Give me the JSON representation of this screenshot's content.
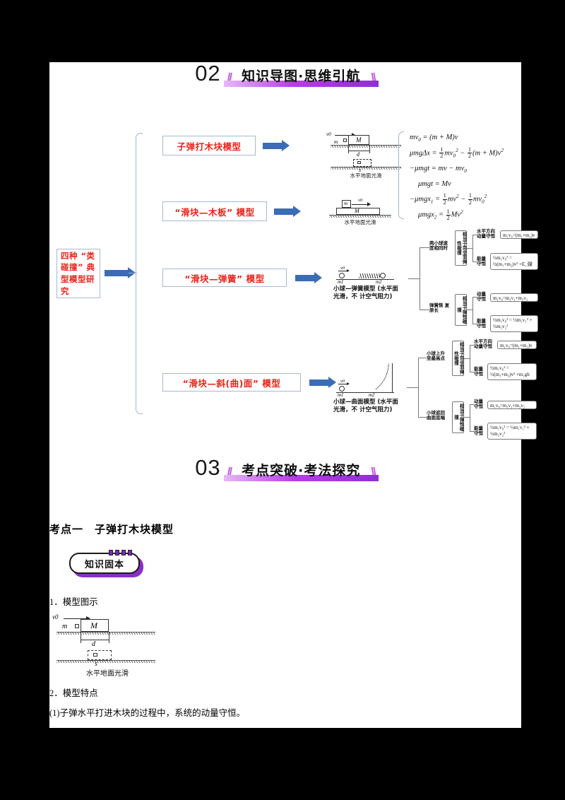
{
  "sections": [
    {
      "num": "02",
      "title": "知识导图·思维引航"
    },
    {
      "num": "03",
      "title": "考点突破·考法探究"
    }
  ],
  "slash_left": "//",
  "slash_right": "\\\\",
  "mindmap": {
    "root": "四种 “类碰撞” 典型模型研究",
    "branches": [
      {
        "label": "子弹打木块模型"
      },
      {
        "label": "“滑块—木板” 模型"
      },
      {
        "label": "“滑块—弹簧” 模型"
      },
      {
        "label": "“滑块—斜(曲)面” 模型"
      }
    ],
    "sketch1": {
      "v0": "v0",
      "m": "m",
      "M": "M",
      "d": "d",
      "s": "s",
      "caption": "水平地面光滑"
    },
    "sketch2": {
      "m": "m",
      "M": "M",
      "v0": "v0",
      "caption": "水平地面光滑"
    },
    "sketch3": {
      "v0": "v0",
      "m1": "m1",
      "m2": "m2",
      "caption": "小球—弹簧模型 (水平面光滑，不 计空气阻力)"
    },
    "sketch4": {
      "v0": "v0",
      "m1": "m1",
      "m2": "m2",
      "caption": "小球—曲面模型 (水平面光滑，不 计空气阻力)"
    },
    "equations_model1": [
      "mv₀ = (m + M)v",
      "μmgΔx = ½mv₀² − ½(m + M)v²",
      "−μmgt = mv − mv₀",
      "μmgt = Mv",
      "−μmgx₁ = ½mv² − ½mv₀²",
      "μmgx₂ = ½Mv²"
    ],
    "spring_tree": {
      "cond1": "两小球速 度相同时",
      "kind1": "相当于完全非弹性碰撞",
      "law1a": "水平方向 动量守恒",
      "eq1a": "m₁v₀=(m₁+m₂)v",
      "law1b": "能量 守恒",
      "eq1b": "½m₁v₀² = ½(m₁+m₂)v² +E_弹",
      "cond2": "弹簧恢 复原长",
      "kind2": "相当于弹性碰撞",
      "law2a": "动量 守恒",
      "eq2a": "m₁v₀=m₁v₁+m₂v₂",
      "law2b": "能量 守恒",
      "eq2b": "½m₁v₀² = ½m₁v₁² + ½m₂v₂²"
    },
    "curve_tree": {
      "cond1": "小球上升 至最高点",
      "kind1": "相当于完全非弹性碰撞",
      "law1a": "水平方向 动量守恒",
      "eq1a": "m₁v₀=(m₁+m₂)v",
      "law1b": "能量 守恒",
      "eq1b": "½m₁v₀² = ½(m₁+m₂)v² +m₁gh",
      "cond2": "小球返回 曲面底端",
      "kind2": "相当于弹性碰撞",
      "law2a": "动量 守恒",
      "eq2a": "m₁v₀=m₁v₁+m₂v₂",
      "law2b": "能量 守恒",
      "eq2b": "½m₁v₀² = ½m₁v₁² + ½m₂v₂²"
    }
  },
  "body": {
    "heading": "考点一　子弹打木块模型",
    "badge": "知识固本",
    "item1": "1．模型图示",
    "figure_caption": "水平地面光滑",
    "figure_labels": {
      "v0": "v0",
      "m": "m",
      "M": "M",
      "d": "d",
      "s": "s"
    },
    "item2": "2．模型特点",
    "para1": "(1)子弹水平打进木块的过程中，系统的动量守恒。"
  },
  "colors": {
    "accent_purple": "#b826e8",
    "node_red": "#e8241b",
    "arrow_blue": "#3b6cb5",
    "node_border": "#a8b8d0"
  }
}
